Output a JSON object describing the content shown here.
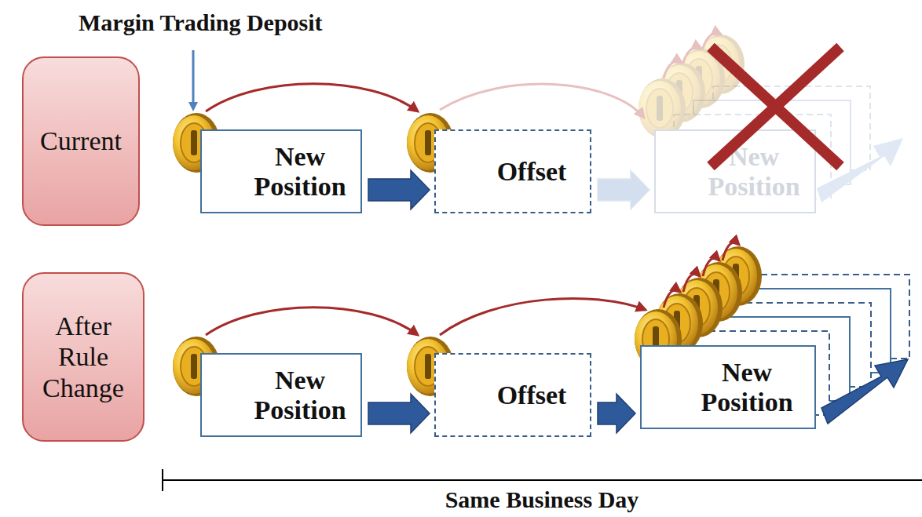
{
  "diagram": {
    "nodes": [
      {
        "text": [
          "Current"
        ]
      },
      {
        "text": [
          "New Position"
        ]
      },
      {
        "text": [
          "Offset"
        ]
      },
      {
        "text": [
          "New Position"
        ]
      },
      {
        "text": [
          "After Rule Change"
        ]
      },
      {
        "text": [
          "New Position"
        ]
      },
      {
        "text": [
          "Offset"
        ]
      },
      {
        "text": [
          "New Position"
        ]
      }
    ],
    "edges": [
      {
        "from": 1,
        "to": 2,
        "arrow": "to"
      },
      {
        "from": 2,
        "to": 3,
        "arrow": "to"
      },
      {
        "from": 5,
        "to": 6,
        "arrow": "to"
      },
      {
        "from": 6,
        "to": 7,
        "arrow": "to"
      }
    ],
    "labels": [
      "Margin Trading Deposit",
      "Same Business Day"
    ]
  }
}
